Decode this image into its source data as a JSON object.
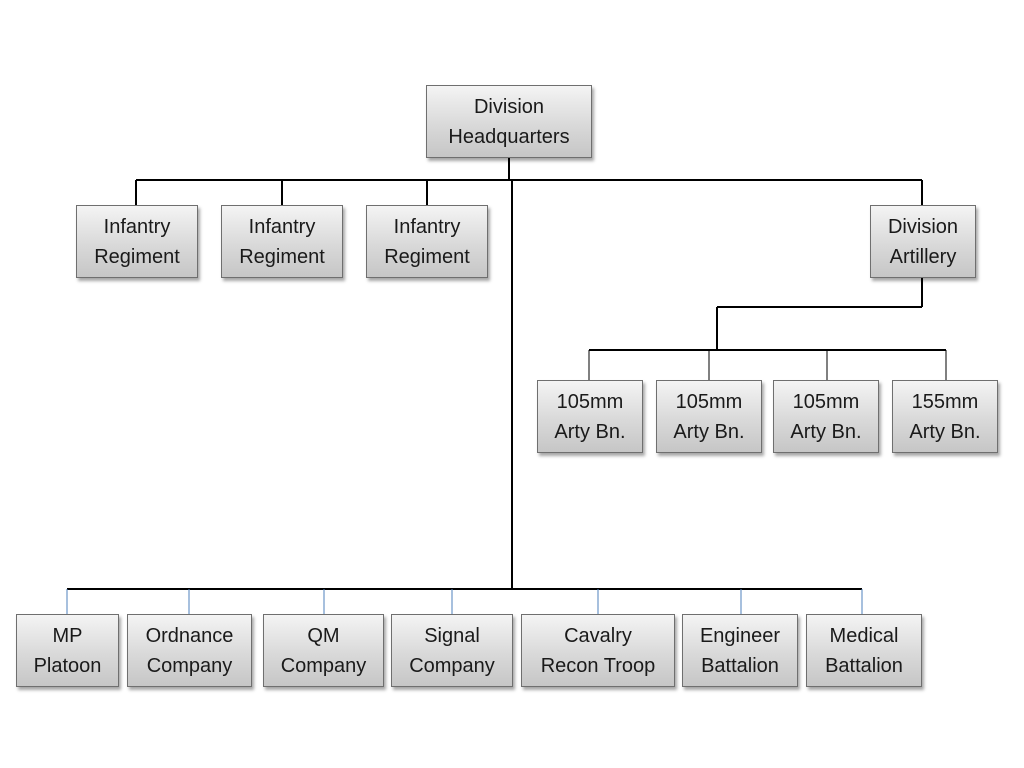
{
  "nodes": {
    "hq": "Division\nHeadquarters",
    "inf1": "Infantry\nRegiment",
    "inf2": "Infantry\nRegiment",
    "inf3": "Infantry\nRegiment",
    "artillery": "Division\nArtillery",
    "arty1": "105mm\nArty Bn.",
    "arty2": "105mm\nArty Bn.",
    "arty3": "105mm\nArty Bn.",
    "arty4": "155mm\nArty Bn.",
    "mp": "MP\nPlatoon",
    "ordnance": "Ordnance\nCompany",
    "qm": "QM\nCompany",
    "signal": "Signal\nCompany",
    "cavalry": "Cavalry\nRecon Troop",
    "engineer": "Engineer\nBattalion",
    "medical": "Medical\nBattalion"
  },
  "colors": {
    "connector": "#000000",
    "support_drop": "#4f81bd"
  }
}
